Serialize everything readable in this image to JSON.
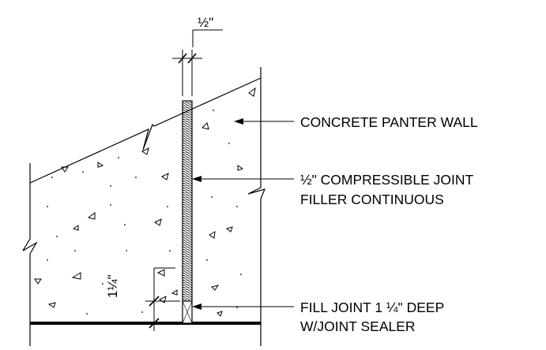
{
  "labels": {
    "wall": "CONCRETE PANTER WALL",
    "filler_line1": "½\" COMPRESSIBLE JOINT",
    "filler_line2": "FILLER CONTINUOUS",
    "sealer_line1": "FILL JOINT 1 ¼\" DEEP",
    "sealer_line2": "W/JOINT SEALER"
  },
  "dimensions": {
    "joint_width": "½\"",
    "sealer_depth": "1¼\""
  }
}
